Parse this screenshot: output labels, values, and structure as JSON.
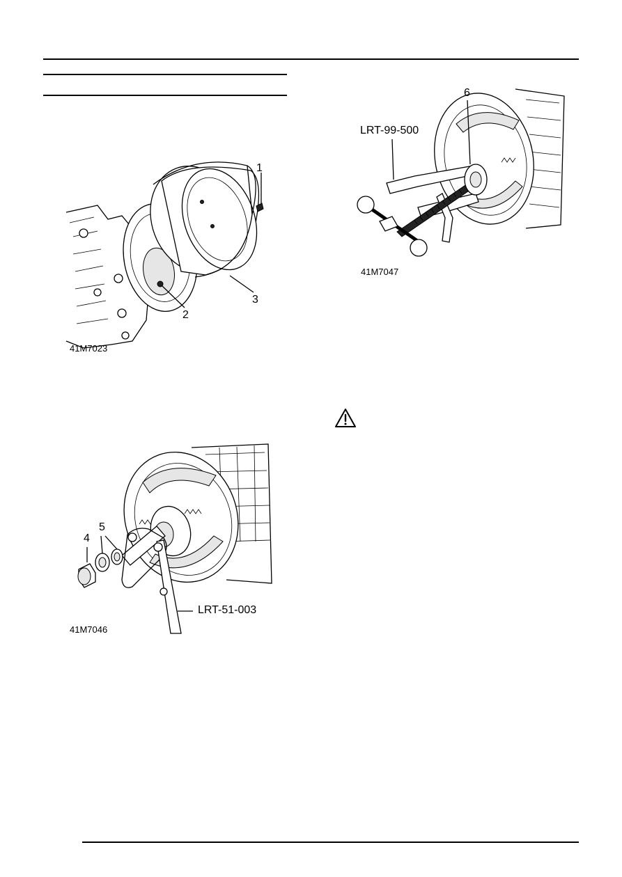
{
  "figures": {
    "drum": {
      "callouts": {
        "c1": "1",
        "c2": "2",
        "c3": "3"
      },
      "ref": "41M7023"
    },
    "nut": {
      "callouts": {
        "c4": "4",
        "c5": "5"
      },
      "tool": "LRT-51-003",
      "ref": "41M7046"
    },
    "puller": {
      "callouts": {
        "c6": "6"
      },
      "tool": "LRT-99-500",
      "ref": "41M7047"
    }
  },
  "warning": {
    "icon": "warning-triangle-icon"
  }
}
